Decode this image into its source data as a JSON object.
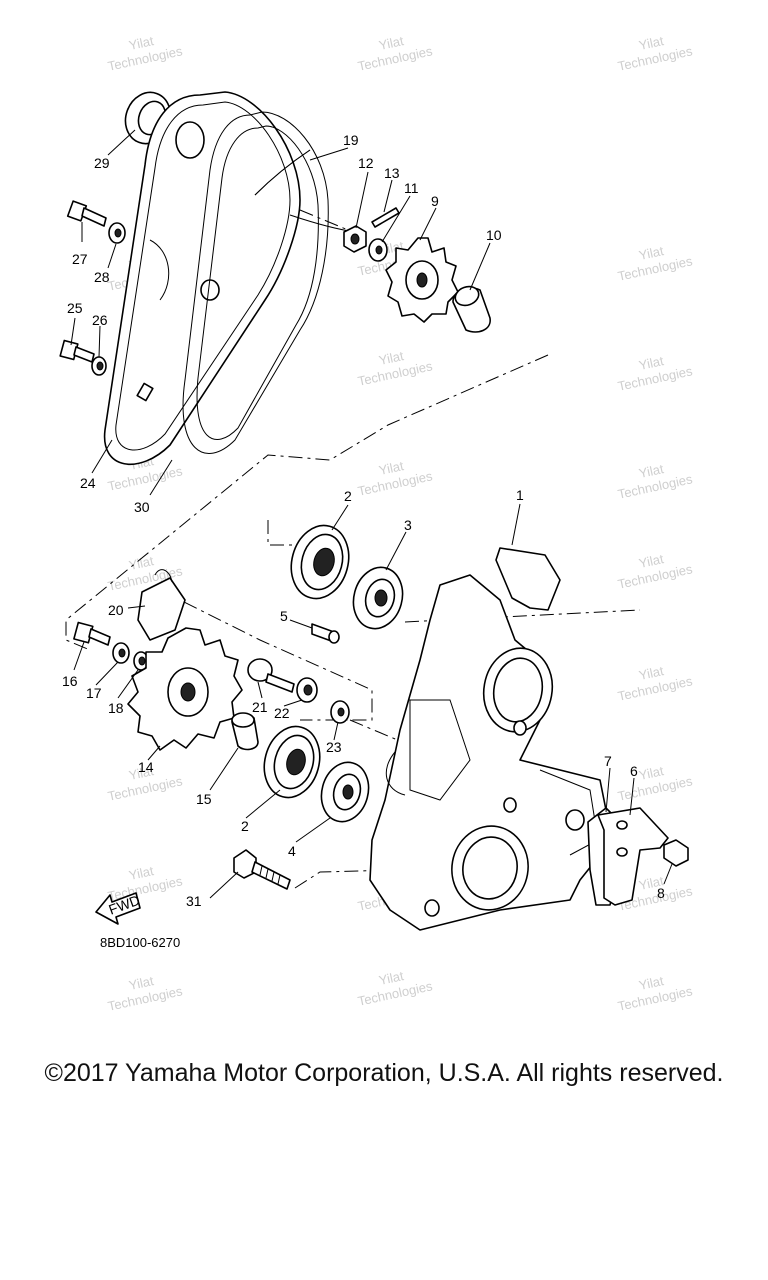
{
  "watermark": {
    "line1": "Yilat",
    "line2": "Technologies"
  },
  "reference_code": "8BD100-6270",
  "fwd_label": "FWD",
  "copyright": "©2017 Yamaha Motor Corporation, U.S.A. All rights reserved.",
  "callouts": {
    "c1": "1",
    "c2a": "2",
    "c2b": "2",
    "c3": "3",
    "c4": "4",
    "c5": "5",
    "c6": "6",
    "c7": "7",
    "c8": "8",
    "c9": "9",
    "c10": "10",
    "c11": "11",
    "c12": "12",
    "c13": "13",
    "c14": "14",
    "c15": "15",
    "c16": "16",
    "c17": "17",
    "c18": "18",
    "c19": "19",
    "c20": "20",
    "c21": "21",
    "c22": "22",
    "c23": "23",
    "c24": "24",
    "c25": "25",
    "c26": "26",
    "c27": "27",
    "c28": "28",
    "c29": "29",
    "c30": "30",
    "c31": "31"
  }
}
